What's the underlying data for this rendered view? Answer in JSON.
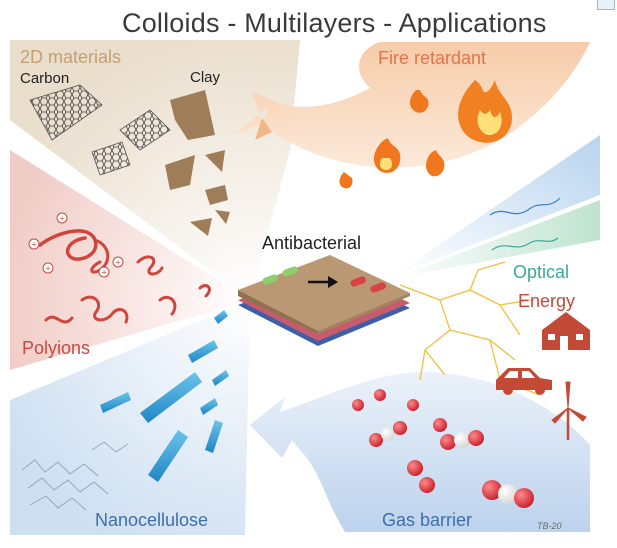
{
  "title": "Colloids - Multilayers - Applications",
  "labels": {
    "materials_2d": "2D materials",
    "carbon": "Carbon",
    "clay": "Clay",
    "fire_retardant": "Fire retardant",
    "antibacterial": "Antibacterial",
    "optical": "Optical",
    "energy": "Energy",
    "polyions": "Polyions",
    "nanocellulose": "Nanocellulose",
    "gas_barrier": "Gas barrier",
    "signature": "TB-20"
  },
  "colors": {
    "fire_orange": "#e5734a",
    "polyion_red": "#c64a42",
    "optical_teal": "#3aa89a",
    "energy_red": "#c24a36",
    "gas_blue": "#3c6fb0",
    "clay_brown": "#9e7d58",
    "stack_top": "#b99873",
    "stack_pink": "#c55b6b",
    "stack_blue": "#3d5ea8"
  },
  "icons": [
    "flame-icon",
    "house-icon",
    "car-icon",
    "wind-turbine-icon",
    "arrow-right-icon",
    "lightning-icon"
  ]
}
